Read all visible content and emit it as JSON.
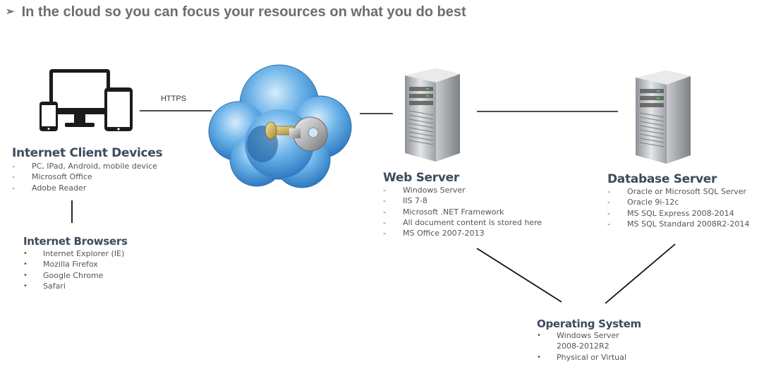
{
  "title": "In the cloud so you can focus your resources on what you do best",
  "title_bullet": "➢",
  "connection_label": "HTTPS",
  "client": {
    "heading": "Internet Client Devices",
    "items": [
      "PC, IPad, Android, mobile device",
      "Microsoft Office",
      "Adobe Reader"
    ]
  },
  "browsers": {
    "heading": "Internet Browsers",
    "items": [
      "Internet Explorer (IE)",
      "Mozilla Firefox",
      "Google Chrome",
      "Safari"
    ]
  },
  "web_server": {
    "heading": "Web Server",
    "items": [
      "Windows Server",
      "IIS 7-8",
      "Microsoft .NET Framework",
      "All document content is stored here",
      "MS Office 2007-2013"
    ]
  },
  "database_server": {
    "heading": "Database Server",
    "items": [
      "Oracle or Microsoft SQL Server",
      "Oracle 9i-12c",
      "MS SQL Express 2008-2014",
      "MS SQL Standard 2008R2-2014"
    ]
  },
  "operating_system": {
    "heading": "Operating System",
    "items": [
      "Windows Server 2008-2012R2",
      "Physical or Virtual"
    ]
  },
  "icons": {
    "devices": "devices-icon",
    "cloud": "cloud-key-icon",
    "web_server": "web-server-icon",
    "database_server": "database-server-icon"
  },
  "colors": {
    "heading": "#3d4b5c",
    "title": "#6d6d6d",
    "cloud": "#3f95d8"
  }
}
